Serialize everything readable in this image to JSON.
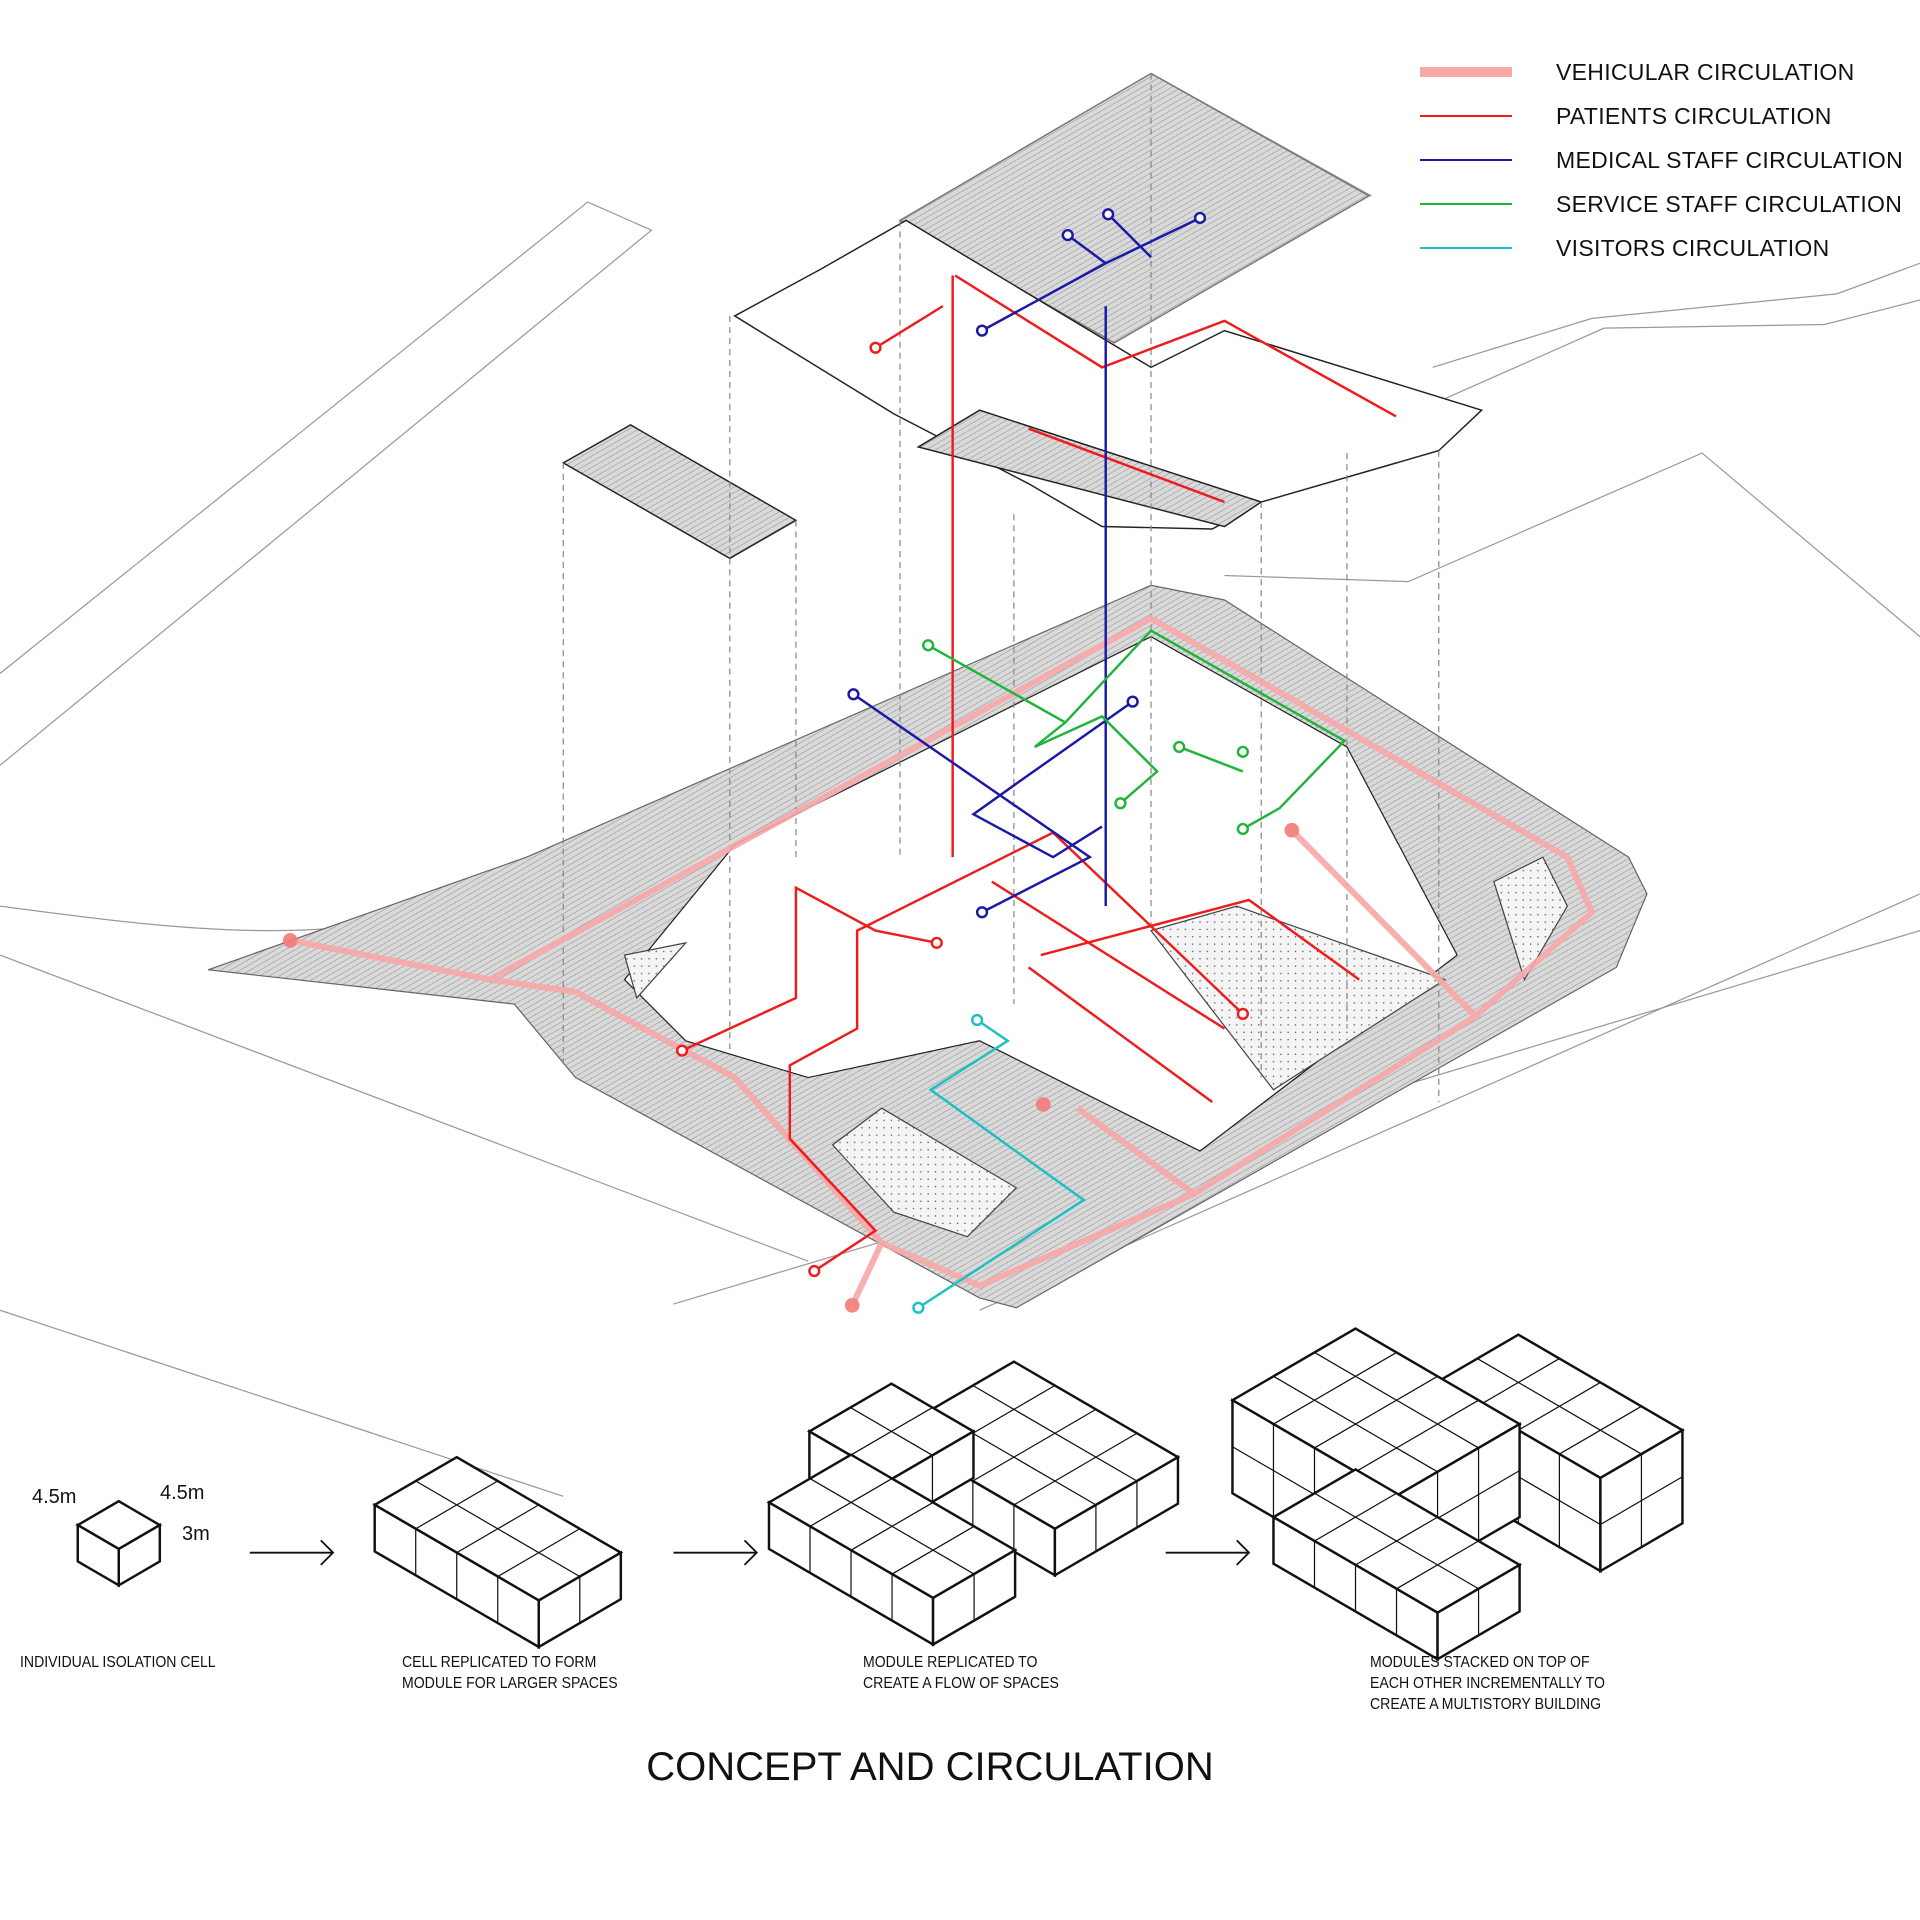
{
  "legend": [
    {
      "label": "VEHICULAR CIRCULATION",
      "color": "#f7a8a8",
      "style": "thick"
    },
    {
      "label": "PATIENTS CIRCULATION",
      "color": "#ee1c1c",
      "style": "thin"
    },
    {
      "label": "MEDICAL STAFF CIRCULATION",
      "color": "#1a1aa6",
      "style": "thin"
    },
    {
      "label": "SERVICE STAFF CIRCULATION",
      "color": "#1fb53a",
      "style": "thin"
    },
    {
      "label": "VISITORS CIRCULATION",
      "color": "#1cc0c4",
      "style": "thin"
    }
  ],
  "dimensions": {
    "width": "4.5m",
    "depth": "4.5m",
    "height": "3m"
  },
  "captions": {
    "step1": [
      "INDIVIDUAL ISOLATION CELL"
    ],
    "step2": [
      "CELL REPLICATED TO FORM",
      "MODULE FOR LARGER SPACES"
    ],
    "step3": [
      "MODULE REPLICATED TO",
      "CREATE A FLOW OF SPACES"
    ],
    "step4": [
      "MODULES STACKED ON TOP OF",
      "EACH OTHER INCREMENTALLY TO",
      "CREATE A MULTISTORY BUILDING"
    ]
  },
  "title": "CONCEPT AND CIRCULATION"
}
